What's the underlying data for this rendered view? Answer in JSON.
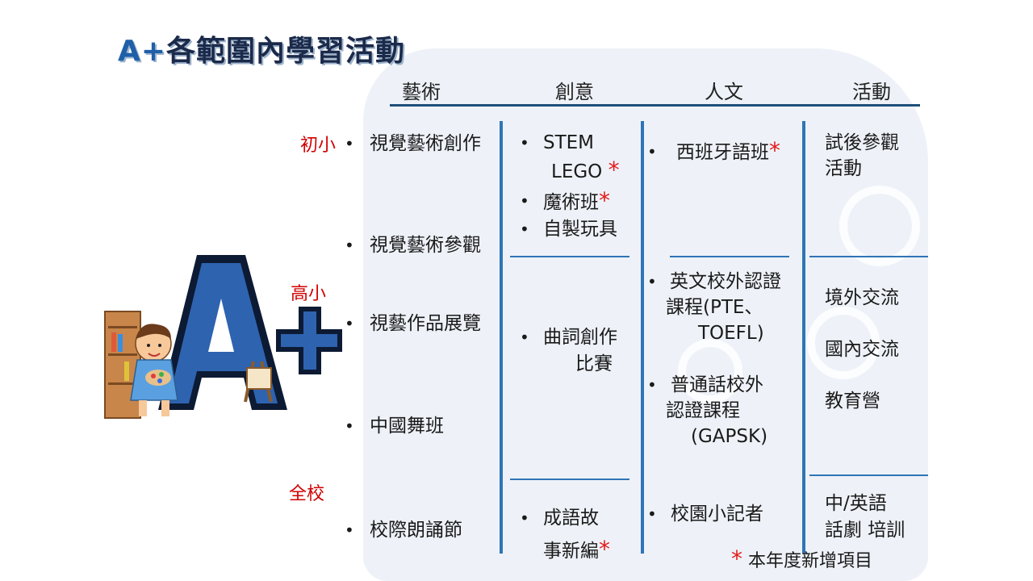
{
  "title": {
    "prefix": "A+",
    "text": "各範圍內學習活動"
  },
  "headers": [
    "藝術",
    "創意",
    "人文",
    "活動"
  ],
  "levels": {
    "junior": "初小",
    "senior": "高小",
    "whole": "全校"
  },
  "art": [
    "視覺藝術創作",
    "視覺藝術參觀",
    "視藝作品展覽",
    "中國舞班",
    "校際朗誦節"
  ],
  "creative": {
    "stem_1": "STEM",
    "stem_2": "LEGO",
    "magic": "魔術班",
    "toys": "自製玩具",
    "lyrics_1": "曲詞創作",
    "lyrics_2": "比賽",
    "idiom_1": "成語故",
    "idiom_2": "事新編"
  },
  "humanities": {
    "spanish": "西班牙語班",
    "english_1": "英文校外認證",
    "english_2": "課程(PTE、",
    "english_3": "TOEFL)",
    "putonghua_1": "普通話校外",
    "putonghua_2": "認證課程",
    "putonghua_3": "(GAPSK)",
    "reporter": "校園小記者"
  },
  "activities": {
    "visit_1": "試後參觀",
    "visit_2": "活動",
    "overseas": "境外交流",
    "local": "國內交流",
    "camp": "教育營",
    "drama_1": "中/英語",
    "drama_2": "話劇 培訓"
  },
  "marks": {
    "bullet": "•",
    "star": "*"
  },
  "note": "本年度新增項目",
  "colors": {
    "accent": "#2e75b6",
    "level_red": "#d00000",
    "star_red": "#e31b1b",
    "title_dark": "#1b2a4a"
  },
  "icons": {
    "illustration": "a-plus-child-painting-illustration"
  }
}
